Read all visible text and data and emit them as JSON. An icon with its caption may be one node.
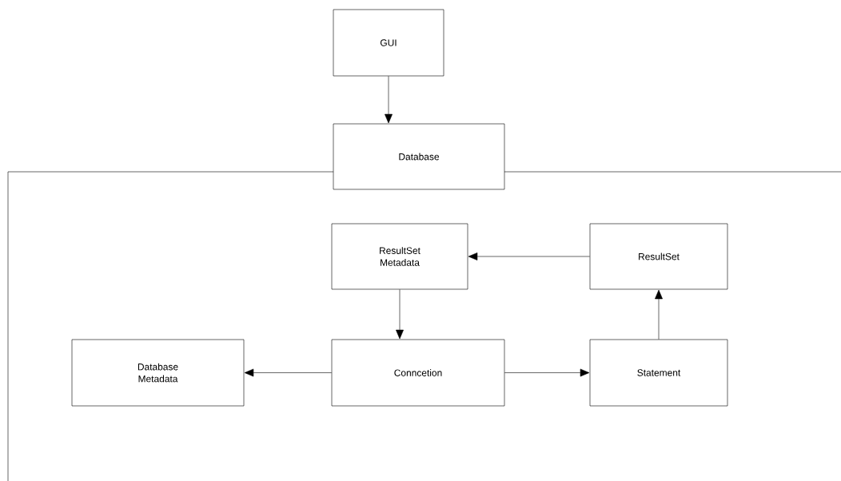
{
  "diagram": {
    "nodes": [
      {
        "text": [
          "GUI"
        ]
      },
      {
        "text": [
          "Database"
        ]
      },
      {
        "text": [
          "ResultSet Metadata"
        ]
      },
      {
        "text": [
          "ResultSet"
        ]
      },
      {
        "text": [
          "Database Metadata"
        ]
      },
      {
        "text": [
          "Conncetion"
        ]
      },
      {
        "text": [
          "Statement"
        ]
      }
    ],
    "edges": [
      {
        "from": 0,
        "to": 1,
        "arrow": "to"
      },
      {
        "from": 3,
        "to": 2,
        "arrow": "to"
      },
      {
        "from": 2,
        "to": 5,
        "arrow": "to"
      },
      {
        "from": 5,
        "to": 4,
        "arrow": "to"
      },
      {
        "from": 5,
        "to": 6,
        "arrow": "to"
      },
      {
        "from": 6,
        "to": 3,
        "arrow": "to"
      }
    ]
  }
}
